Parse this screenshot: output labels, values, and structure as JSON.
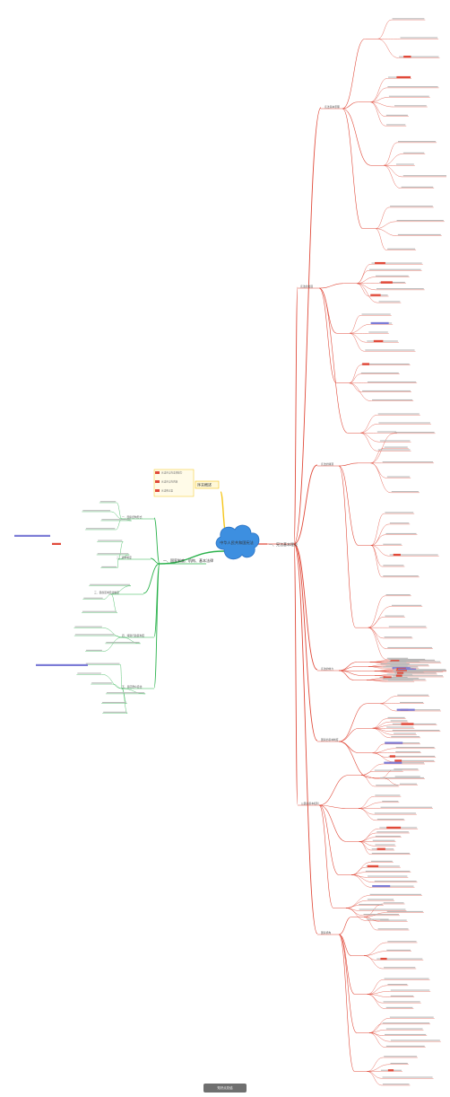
{
  "root": {
    "label": "中华人民共和国宪法"
  },
  "branches": {
    "top": {
      "label": "序言概述",
      "color": "#f5c518"
    },
    "left": {
      "label": "一、国家制度、机构、基本法律",
      "color": "#2bb24c"
    },
    "right": {
      "label": "一、宪法基本理论",
      "color": "#e04a3a"
    }
  },
  "right_sections": [
    {
      "label": "宪法基本原理"
    },
    {
      "label": "宪法的发展"
    },
    {
      "label": "宪法的渊源"
    },
    {
      "label": "宪法的效力"
    },
    {
      "label": "国家的基本制度"
    },
    {
      "label": "公民的基本权利"
    },
    {
      "label": "国家机构"
    }
  ],
  "left_sections": [
    {
      "label": "一、国家结构形式"
    },
    {
      "label": "二、选举制度"
    },
    {
      "label": "三、民族区域自治制度"
    },
    {
      "label": "四、特别行政区制度"
    },
    {
      "label": "五、基层群众自治"
    }
  ],
  "top_notes": [
    {
      "label": "宪法序言的法律效力"
    },
    {
      "label": "宪法序言的内容"
    },
    {
      "label": "宪法修正案"
    }
  ],
  "footer": {
    "label": "知识点总结"
  },
  "colors": {
    "highlight_red": "#e04a3a",
    "highlight_blue": "#7b7bd6",
    "cloud": "#3d8fe0",
    "cloud_dark": "#2a72c4"
  }
}
